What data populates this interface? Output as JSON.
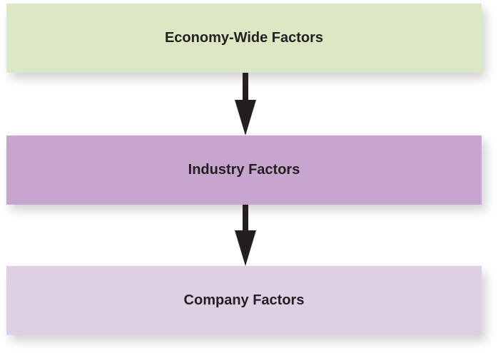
{
  "boxes": [
    {
      "label": "Economy-Wide Factors",
      "color": "#dce8c3"
    },
    {
      "label": "Industry Factors",
      "color": "#c6a6ce"
    },
    {
      "label": "Company Factors",
      "color": "#dfcfe5"
    }
  ],
  "arrow_color": "#231f20"
}
